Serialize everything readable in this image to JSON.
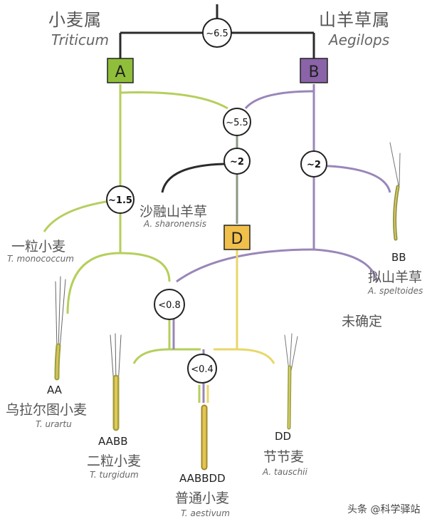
{
  "genera": {
    "triticum_cn": "小麦属",
    "triticum_lat": "Triticum",
    "aegilops_cn": "山羊草属",
    "aegilops_lat": "Aegilops"
  },
  "genome_boxes": {
    "a": "A",
    "b": "B",
    "d": "D"
  },
  "divergence": {
    "root": "~6.5",
    "ab_mix": "~5.5",
    "d_split": "~2",
    "b_split": "~2",
    "a_split": "~1.5",
    "tetraploid": "<0.8",
    "hexaploid": "<0.4"
  },
  "species": {
    "sharonensis_cn": "沙融山羊草",
    "sharonensis_lat": "A. sharonensis",
    "monococcum_cn": "一粒小麦",
    "monococcum_lat": "T. monococcum",
    "speltoides_genome": "BB",
    "speltoides_cn": "拟山羊草",
    "speltoides_lat": "A. speltoides",
    "undetermined_cn": "未确定",
    "urartu_genome": "AA",
    "urartu_cn": "乌拉尔图小麦",
    "urartu_lat": "T. urartu",
    "turgidum_genome": "AABB",
    "turgidum_cn": "二粒小麦",
    "turgidum_lat": "T. turgidum",
    "aestivum_genome": "AABBDD",
    "aestivum_cn": "普通小麦",
    "aestivum_lat": "T. aestivum",
    "tauschii_genome": "DD",
    "tauschii_cn": "节节麦",
    "tauschii_lat": "A. tauschii"
  },
  "watermark": "头条 @科学驿站",
  "colors": {
    "a_lineage": "#b5cf5c",
    "b_lineage": "#9a86b8",
    "d_lineage": "#e8d76a",
    "root_lineage": "#2b2b2b",
    "mixed_lineage": "#8a9a82",
    "box_a": "#8fbf3a",
    "box_b": "#8b63a8",
    "box_d": "#f1c04a",
    "node_border": "#222222"
  }
}
